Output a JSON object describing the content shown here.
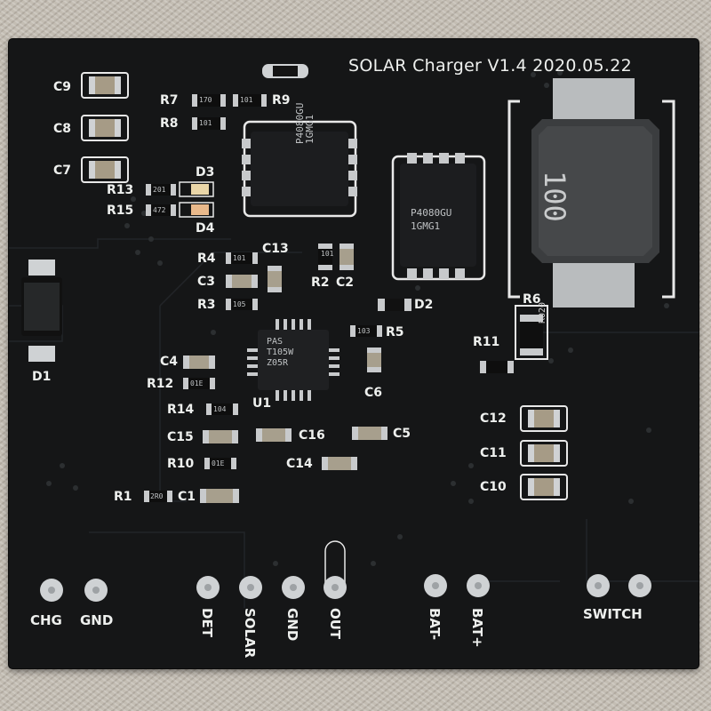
{
  "board": {
    "title": "SOLAR Charger V1.4 2020.05.22"
  },
  "labels": {
    "c9": "C9",
    "c8": "C8",
    "c7": "C7",
    "r7": "R7",
    "r8": "R8",
    "r9": "R9",
    "r13": "R13",
    "r15": "R15",
    "d3": "D3",
    "d4": "D4",
    "r4": "R4",
    "c13": "C13",
    "c3": "C3",
    "r3": "R3",
    "r2": "R2",
    "c2": "C2",
    "d2": "D2",
    "r5": "R5",
    "c4": "C4",
    "r12": "R12",
    "r14": "R14",
    "u1": "U1",
    "c6": "C6",
    "c15": "C15",
    "c16": "C16",
    "c5": "C5",
    "r10": "R10",
    "c14": "C14",
    "r1": "R1",
    "c1": "C1",
    "d1": "D1",
    "r6": "R6",
    "r11": "R11",
    "c12": "C12",
    "c11": "C11",
    "c10": "C10"
  },
  "pins": {
    "chg": "CHG",
    "gnd1": "GND",
    "det": "DET",
    "solar": "SOLAR",
    "gnd2": "GND",
    "out": "OUT",
    "bat_minus": "BAT-",
    "bat_plus": "BAT+",
    "switch": "SWITCH"
  },
  "markings": {
    "mosfet1": [
      "P4080GU",
      "1GMG1"
    ],
    "mosfet2": [
      "P4080GU",
      "1GMG1"
    ],
    "ic": [
      "PAS",
      "T105W",
      "Z05R"
    ],
    "inductor": "100",
    "r6": "R020",
    "r7": "170",
    "r8": "101",
    "r9": "101",
    "r13": "201",
    "r15": "472",
    "r4": "101",
    "r2": "101",
    "r3": "105",
    "r5": "103",
    "r12": "01E",
    "r14": "104",
    "r10": "01E",
    "r1": "2R0"
  }
}
